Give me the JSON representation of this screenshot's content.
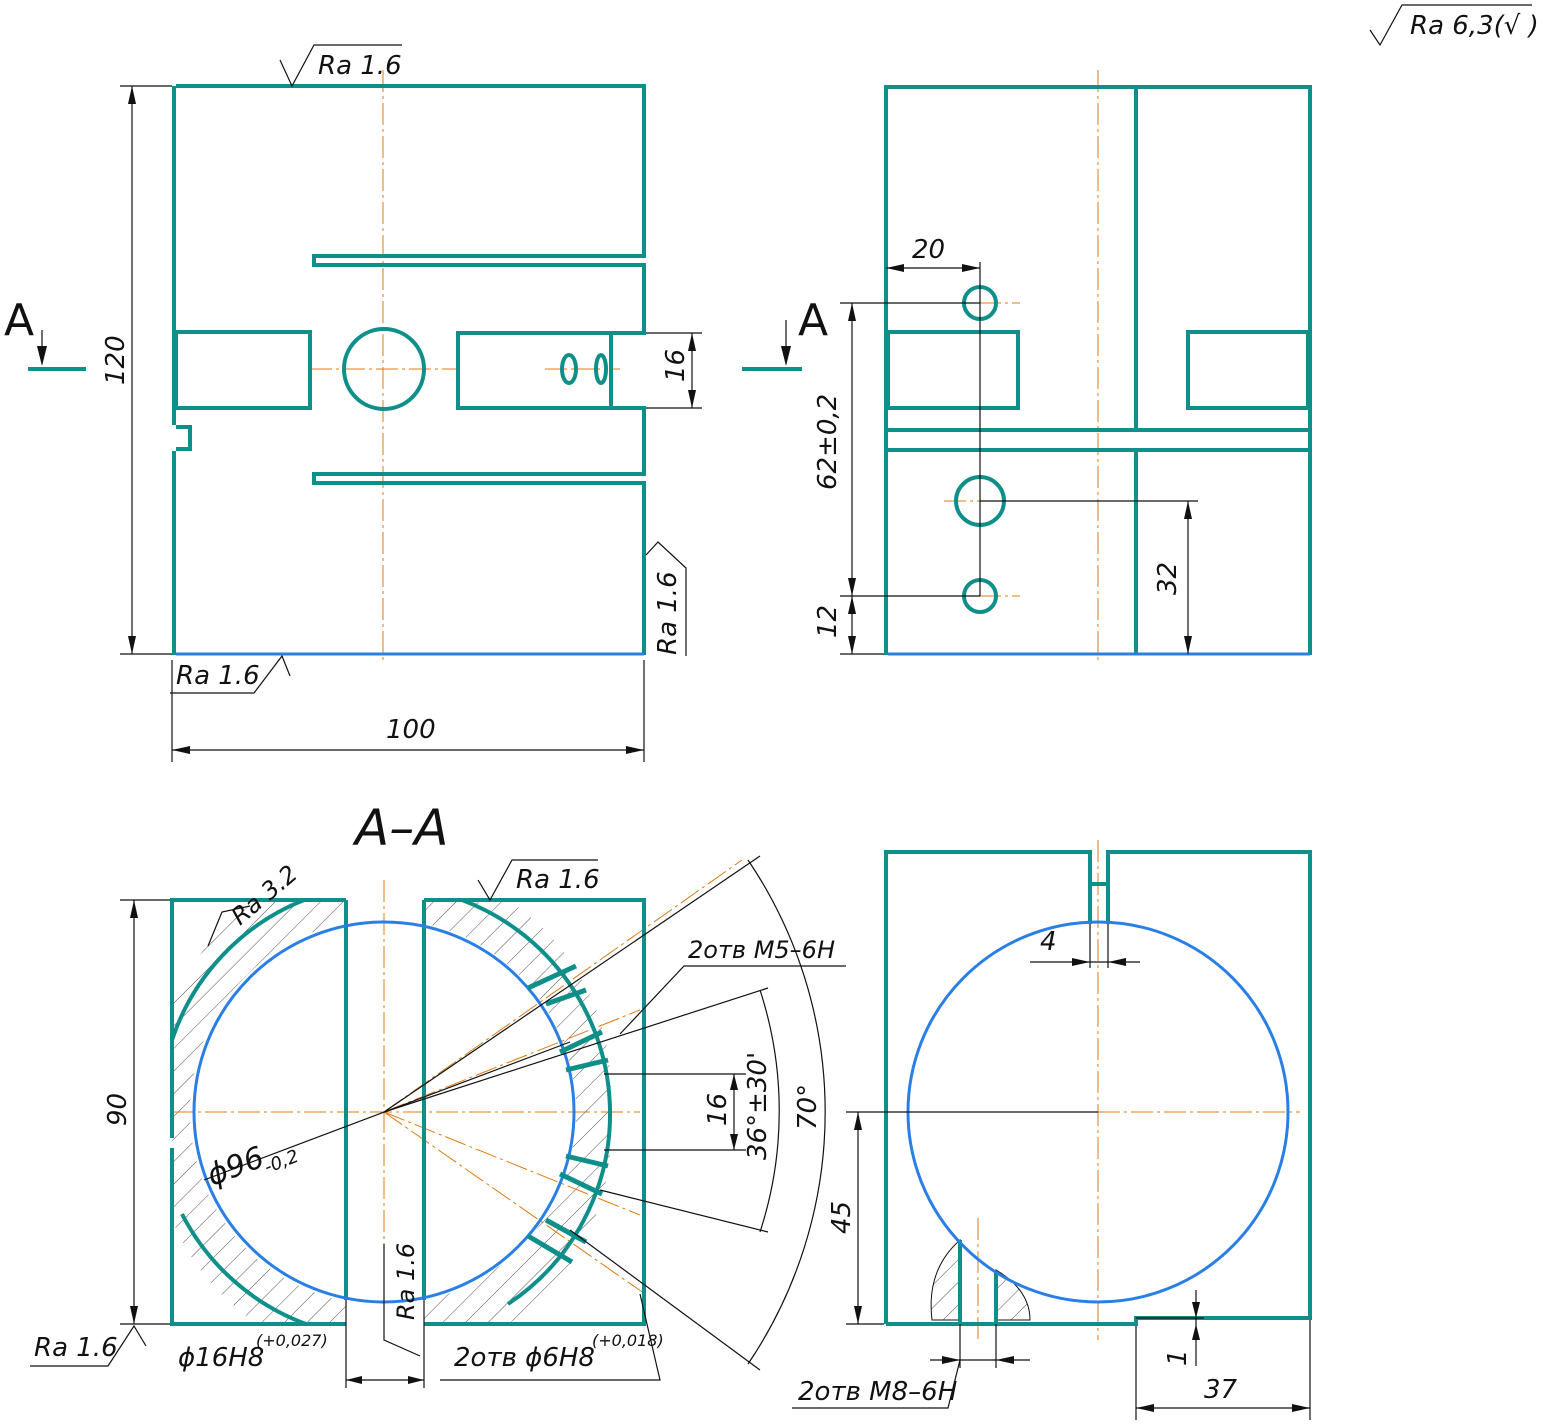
{
  "general_roughness": "Ra 6,3(√ )",
  "section_letter": "A",
  "section_title": "A–A",
  "roughness": {
    "front_top": "Ra 1.6",
    "front_right": "Ra 1.6",
    "front_bottom": "Ra 1.6",
    "section_bore": "Ra 3.2",
    "section_top": "Ra 1.6",
    "section_left": "Ra 1.6",
    "section_slot": "Ra 1.6"
  },
  "dimensions": {
    "front_height": "120",
    "front_width": "100",
    "front_slot_width": "16",
    "side_hole_x": "20",
    "side_hole_span": "62±0,2",
    "side_hole_low": "12",
    "side_hole_mid": "32",
    "section_height": "90",
    "section_diameter": "ϕ96",
    "section_diameter_tol": "-0,2",
    "section_hole_spacing": "16",
    "section_angle_small": "36°±30'",
    "section_angle_large": "70°",
    "end_slot_width": "4",
    "end_height": "45",
    "end_step": "1",
    "end_width": "37"
  },
  "callouts": {
    "threads_m5": "2отв M5–6H",
    "hole_16": "ϕ16H8",
    "hole_16_tol": "(+0,027)",
    "holes_6": "2отв ϕ6H8",
    "holes_6_tol": "(+0,018)",
    "threads_m8": "2отв M8–6H"
  }
}
